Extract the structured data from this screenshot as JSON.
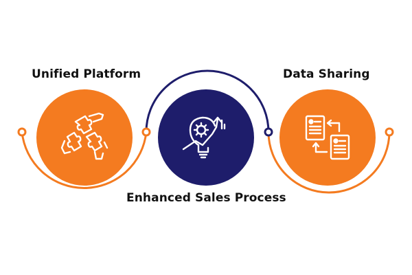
{
  "colors": {
    "orange": "#F47B20",
    "navy": "#1E1D6B",
    "white": "#FFFFFF",
    "text": "#111111"
  },
  "steps": [
    {
      "label": "Unified Platform",
      "icon": "puzzle-hands-icon",
      "color": "orange"
    },
    {
      "label": "Enhanced Sales Process",
      "icon": "lightbulb-gear-growth-icon",
      "color": "navy"
    },
    {
      "label": "Data Sharing",
      "icon": "document-exchange-icon",
      "color": "orange"
    }
  ]
}
